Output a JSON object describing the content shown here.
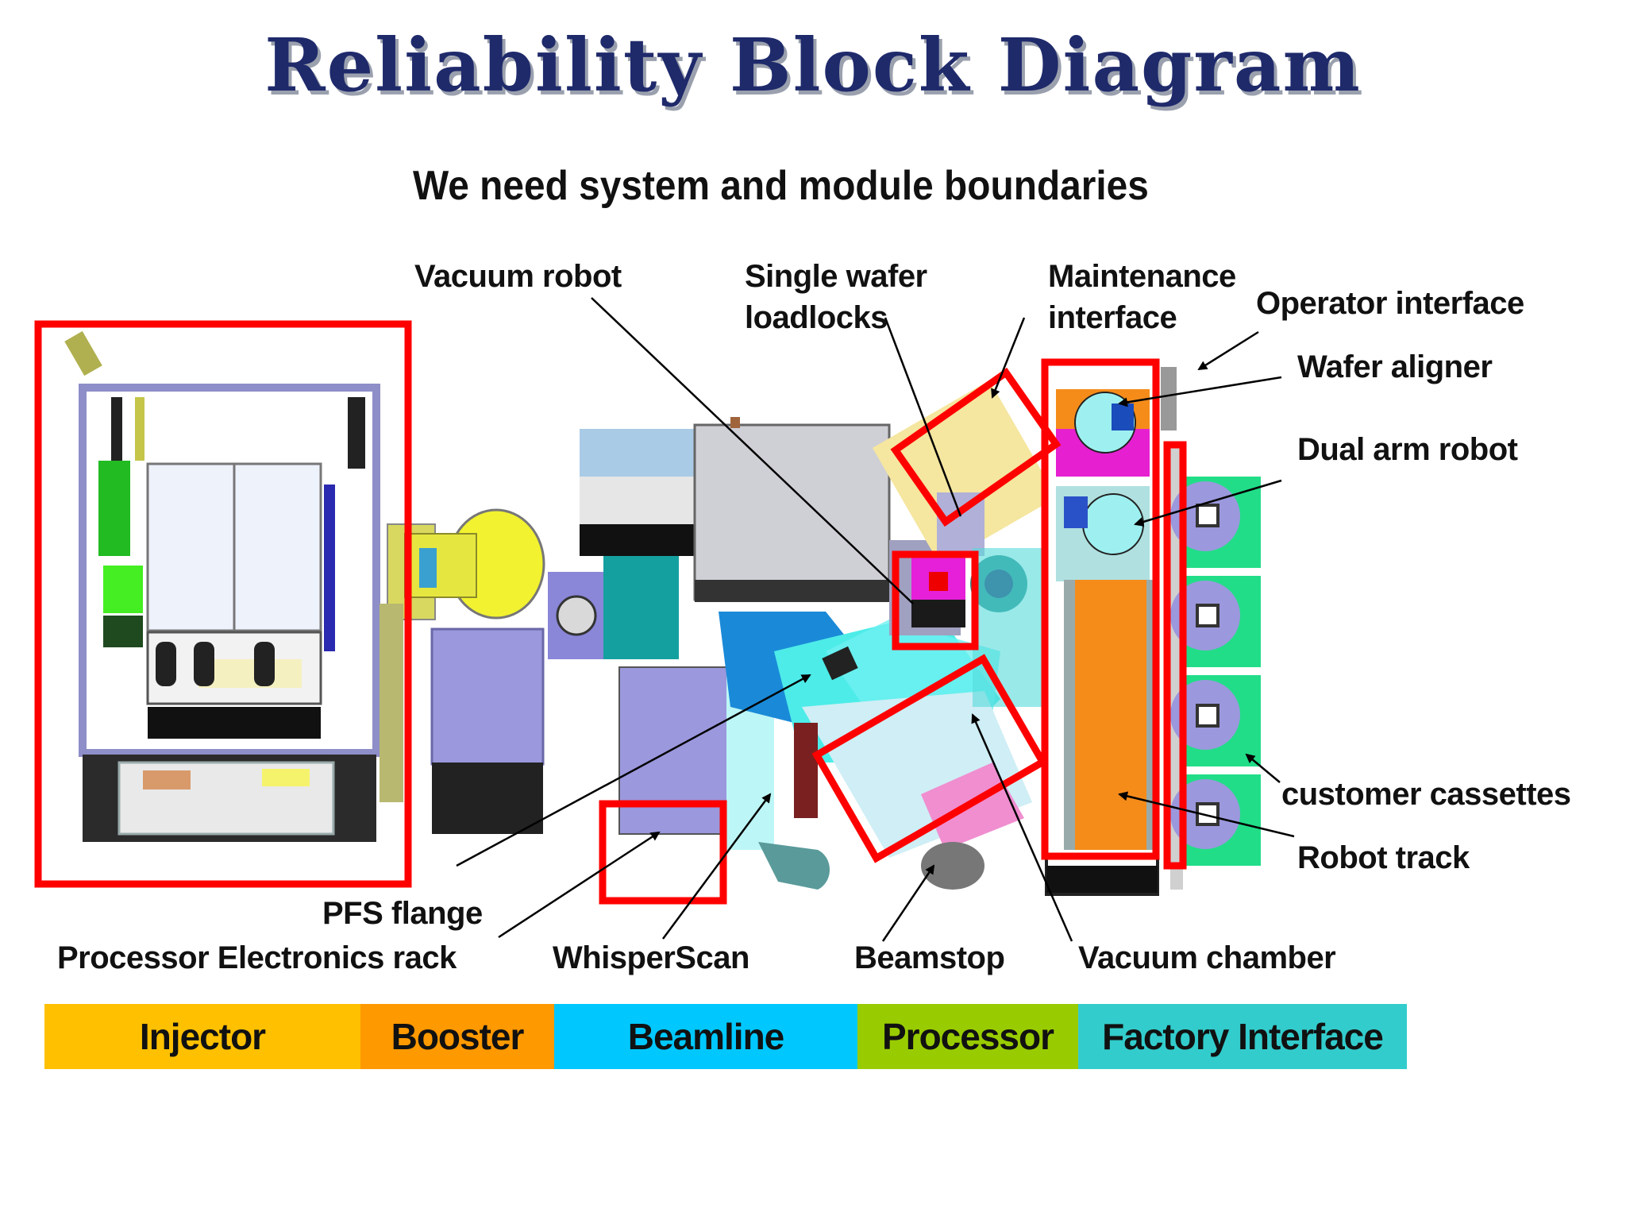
{
  "title": "Reliability Block Diagram",
  "subtitle": "We need system and module boundaries",
  "labels": {
    "vacuum_robot": "Vacuum robot",
    "single_wafer_line1": "Single wafer",
    "single_wafer_line2": "loadlocks",
    "maintenance_line1": "Maintenance",
    "maintenance_line2": "interface",
    "operator_interface": "Operator interface",
    "wafer_aligner": "Wafer aligner",
    "dual_arm_robot": "Dual arm robot",
    "customer_cassettes": "customer cassettes",
    "robot_track": "Robot track",
    "pfs_flange": "PFS flange",
    "processor_electronics_rack": "Processor Electronics rack",
    "whisperscan": "WhisperScan",
    "beamstop": "Beamstop",
    "vacuum_chamber": "Vacuum chamber"
  },
  "legend": [
    {
      "label": "Injector",
      "color": "#ffc000"
    },
    {
      "label": "Booster",
      "color": "#ff9900"
    },
    {
      "label": "Beamline",
      "color": "#00c8ff"
    },
    {
      "label": "Processor",
      "color": "#99cc00"
    },
    {
      "label": "Factory Interface",
      "color": "#33cccc"
    }
  ],
  "colors": {
    "boundary": "#ff0000",
    "title": "#1f2a6b"
  }
}
